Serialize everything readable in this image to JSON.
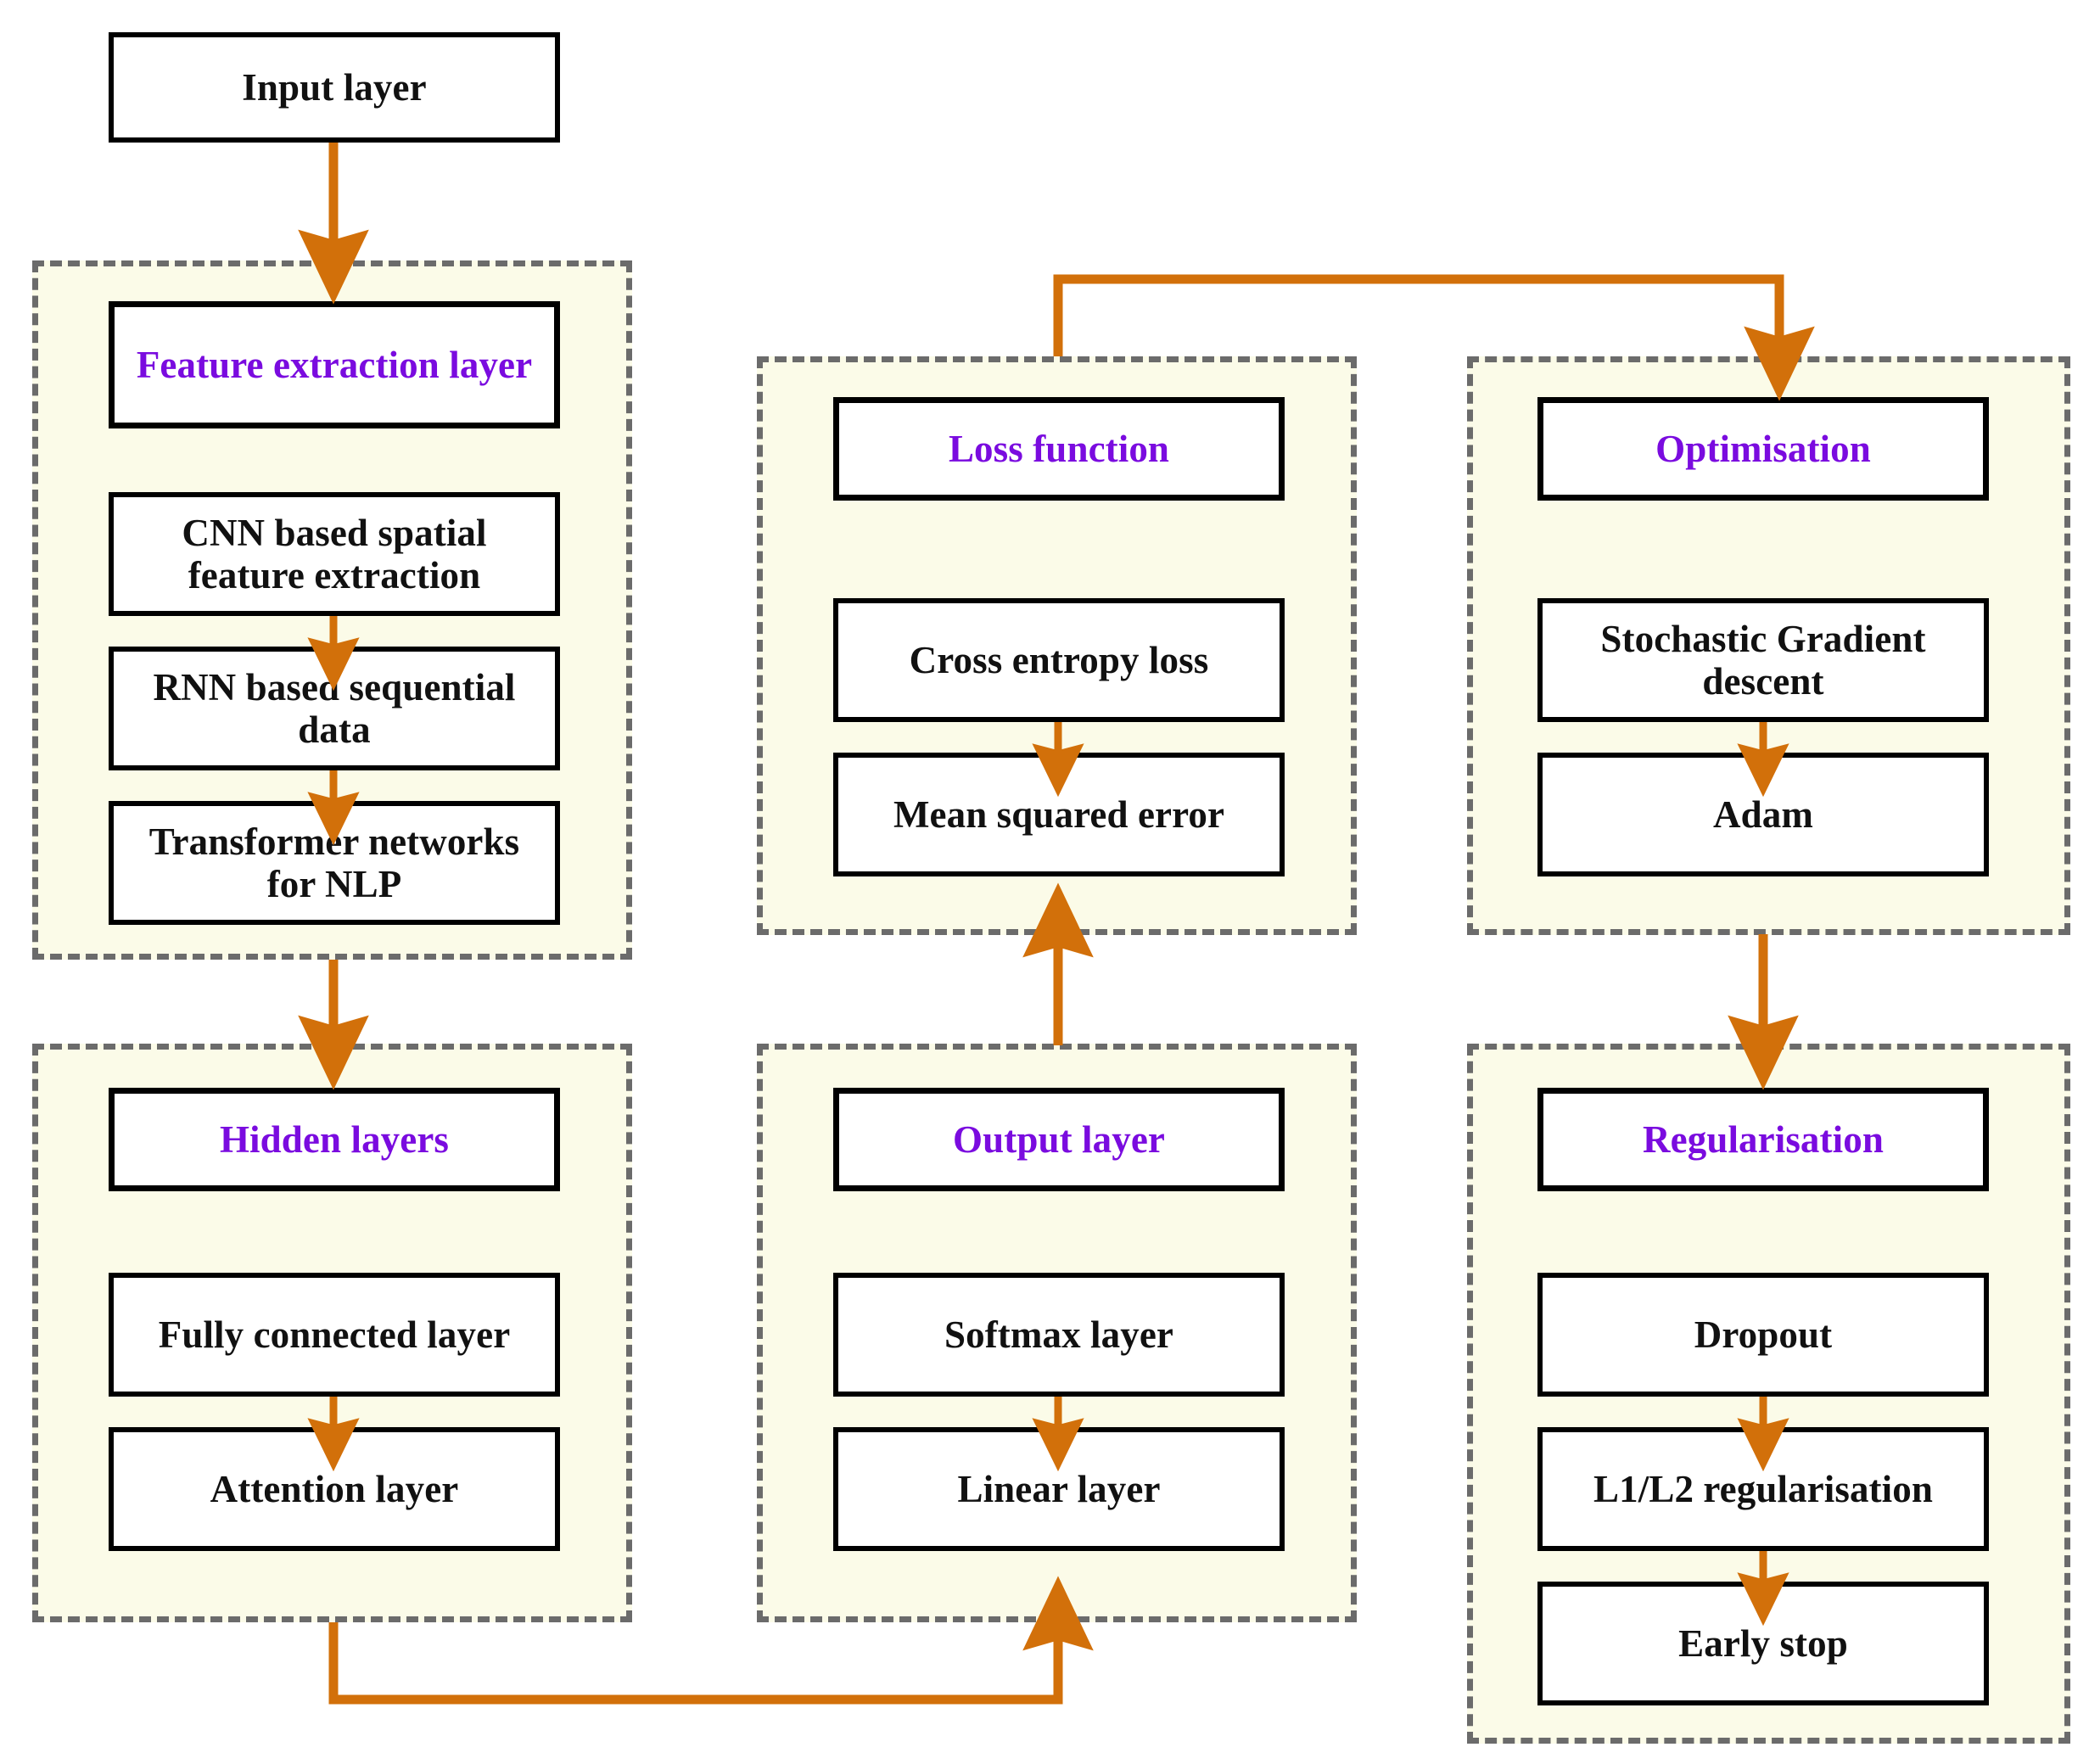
{
  "diagram": {
    "title": "Deep learning model architecture flow",
    "colors": {
      "accent_arrow": "#d2700a",
      "panel_fill": "#fbfbe8",
      "panel_border": "#6b6b6b",
      "header_text": "#7a0bdf",
      "node_text": "#111111",
      "node_border": "#000000",
      "background": "#ffffff"
    },
    "input": {
      "label": "Input layer"
    },
    "groups": [
      {
        "id": "feature-extraction",
        "header": "Feature extraction layer",
        "items": [
          "CNN based spatial feature extraction",
          "RNN based sequential data",
          "Transformer networks for NLP"
        ]
      },
      {
        "id": "loss-function",
        "header": "Loss function",
        "items": [
          "Cross entropy loss",
          "Mean squared error"
        ]
      },
      {
        "id": "optimisation",
        "header": "Optimisation",
        "items": [
          "Stochastic Gradient descent",
          "Adam"
        ]
      },
      {
        "id": "hidden-layers",
        "header": "Hidden layers",
        "items": [
          "Fully connected layer",
          "Attention layer"
        ]
      },
      {
        "id": "output-layer",
        "header": "Output layer",
        "items": [
          "Softmax layer",
          "Linear layer"
        ]
      },
      {
        "id": "regularisation",
        "header": "Regularisation",
        "items": [
          "Dropout",
          "L1/L2 regularisation",
          "Early stop"
        ]
      }
    ],
    "connections": [
      {
        "from": "Input layer",
        "to": "Feature extraction layer",
        "style": "straight-down"
      },
      {
        "from": "CNN based spatial feature extraction",
        "to": "RNN based sequential data",
        "style": "short-down"
      },
      {
        "from": "RNN based sequential data",
        "to": "Transformer networks for NLP",
        "style": "short-down"
      },
      {
        "from": "Feature extraction layer",
        "to": "Hidden layers",
        "style": "straight-down"
      },
      {
        "from": "Fully connected layer",
        "to": "Attention layer",
        "style": "short-down"
      },
      {
        "from": "Hidden layers",
        "to": "Output layer",
        "style": "down-right-up"
      },
      {
        "from": "Softmax layer",
        "to": "Linear layer",
        "style": "short-down"
      },
      {
        "from": "Output layer",
        "to": "Loss function",
        "style": "straight-up"
      },
      {
        "from": "Cross entropy loss",
        "to": "Mean squared error",
        "style": "short-down"
      },
      {
        "from": "Loss function",
        "to": "Optimisation",
        "style": "up-right-down"
      },
      {
        "from": "Stochastic Gradient descent",
        "to": "Adam",
        "style": "short-down"
      },
      {
        "from": "Optimisation",
        "to": "Regularisation",
        "style": "straight-down"
      },
      {
        "from": "Dropout",
        "to": "L1/L2 regularisation",
        "style": "short-down"
      },
      {
        "from": "L1/L2 regularisation",
        "to": "Early stop",
        "style": "short-down"
      }
    ]
  }
}
